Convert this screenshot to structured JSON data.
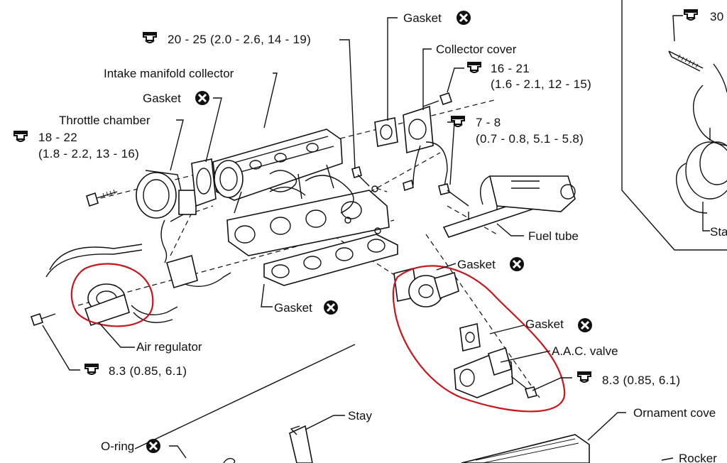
{
  "labels": {
    "gasket": "Gasket",
    "collector_cover": "Collector cover",
    "intake_manifold_collector": "Intake manifold collector",
    "throttle_chamber": "Throttle chamber",
    "fuel_tube": "Fuel tube",
    "air_regulator": "Air regulator",
    "aac_valve": "A.A.C. valve",
    "stay": "Stay",
    "o_ring": "O-ring",
    "ornament_cover": "Ornament cove",
    "rocker": "Rocker",
    "inset_sta": "Sta"
  },
  "torques": {
    "t_20_25_a": "20 - 25 (2.0 - 2.6, 14 - 19)",
    "t_16_21_a": "16 - 21",
    "t_16_21_b": "(1.6 - 2.1, 12 - 15)",
    "t_7_8_a": "7 - 8",
    "t_7_8_b": "(0.7 - 0.8, 5.1 - 5.8)",
    "t_18_22_a": "18 - 22",
    "t_18_22_b": "(1.8 - 2.2, 13 - 16)",
    "t_8_3_left": "8.3 (0.85, 6.1)",
    "t_8_3_right": "8.3 (0.85, 6.1)",
    "t_30_inset": "30"
  },
  "highlight_color": "#c8161d"
}
